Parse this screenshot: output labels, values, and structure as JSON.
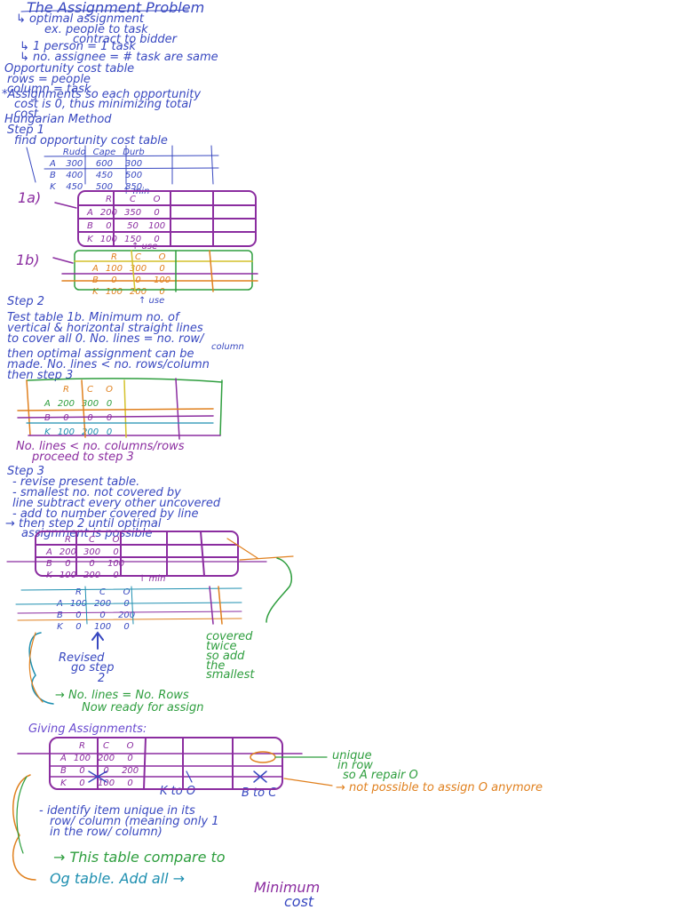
{
  "notes": {
    "title": "The Assignment Problem",
    "optimal_heading": "↳ optimal assignment",
    "optimal_example_1": "ex. people to task",
    "optimal_example_2": "contract to bidder",
    "rule_1": "↳ 1 person = 1 task",
    "rule_2": "↳ no. assignee = # task are same",
    "opp_table_1": "Opportunity cost table",
    "opp_table_2": "rows = people",
    "opp_table_3": "column = task",
    "assignments_1": "*Assignments  so each opportunity",
    "assignments_2": "cost is 0, thus minimizing total",
    "assignments_3": "cost",
    "hungarian": "Hungarian Method",
    "step1": "Step 1",
    "step1_desc": "find opportunity cost table",
    "label_1a": "1a)",
    "label_1b": "1b)",
    "step2": "Step 2",
    "step2_l1": "Test table 1b. Minimum no. of",
    "step2_l2": "vertical & horizontal straight lines",
    "step2_l3": "to cover all 0. No. lines = no. row/",
    "step2_l3b": "column",
    "step2_l4": "then optimal assignment can be",
    "step2_l5": "made. No. lines < no. rows/column",
    "step2_l6": "then   step 3",
    "step2_note1": "No. lines < no. columns/rows",
    "step2_note2": "proceed to step 3",
    "step3": "Step 3",
    "step3_l1": "- revise present table.",
    "step3_l2": "- smallest no. not covered by",
    "step3_l3": "line subtract every other uncovered",
    "step3_l4": "- add to number covered by line",
    "step3_l5": "→ then step 2 until optimal",
    "step3_l6": "assignment is possible",
    "revised_1": "Revised",
    "revised_2": "go step",
    "revised_3": "2",
    "covered_1": "covered",
    "covered_2": "twice",
    "covered_3": "so add",
    "covered_4": "the",
    "covered_5": "smallest",
    "lines_eq_1": "→ No. lines = No. Rows",
    "lines_eq_2": "Now ready for assign",
    "giving": "Giving Assignments:",
    "unique_1": "unique",
    "unique_2": "in row",
    "unique_3": "so A repair O",
    "not_possible": "→ not possible to assign O anymore",
    "assign_k": "K to O",
    "assign_b": "B to C",
    "identify_1": "- identify item unique in its",
    "identify_2": "row/ column (meaning only 1",
    "identify_3": "in the row/ column)",
    "compare_1": "→ This table compare to",
    "compare_2": "Og table. Add all →",
    "compare_3": "Minimum",
    "compare_4": "cost"
  },
  "tables": {
    "original": {
      "headers": [
        "",
        "Rudo",
        "Cape",
        "Durb"
      ],
      "rows": [
        [
          "A",
          "300",
          "600",
          "300"
        ],
        [
          "B",
          "400",
          "450",
          "500"
        ],
        [
          "K",
          "450",
          "500",
          "850"
        ]
      ]
    },
    "t1a": {
      "headers": [
        "",
        "R",
        "C",
        "O"
      ],
      "rows": [
        [
          "A",
          "200",
          "350",
          "0"
        ],
        [
          "B",
          "0",
          "50",
          "100"
        ],
        [
          "K",
          "100",
          "150",
          "0"
        ]
      ]
    },
    "t1b": {
      "headers": [
        "",
        "R",
        "C",
        "O"
      ],
      "rows": [
        [
          "A",
          "100",
          "300",
          "0"
        ],
        [
          "B",
          "0",
          "0",
          "100"
        ],
        [
          "K",
          "100",
          "200",
          "0"
        ]
      ]
    },
    "t_step2": {
      "headers": [
        "",
        "R",
        "C",
        "O"
      ],
      "rows": [
        [
          "A",
          "200",
          "300",
          "0"
        ],
        [
          "B",
          "0",
          "0",
          "0"
        ],
        [
          "K",
          "100",
          "200",
          "0"
        ]
      ]
    },
    "t_step3a": {
      "headers": [
        "",
        "R",
        "C",
        "O"
      ],
      "rows": [
        [
          "A",
          "200",
          "300",
          "0"
        ],
        [
          "B",
          "0",
          "0",
          "100"
        ],
        [
          "K",
          "100",
          "200",
          "0"
        ]
      ]
    },
    "t_step3b": {
      "headers": [
        "",
        "R",
        "C",
        "O"
      ],
      "rows": [
        [
          "A",
          "100",
          "200",
          "0"
        ],
        [
          "B",
          "0",
          "0",
          "200"
        ],
        [
          "K",
          "0",
          "100",
          "0"
        ]
      ]
    },
    "t_final": {
      "headers": [
        "",
        "R",
        "C",
        "O"
      ],
      "rows": [
        [
          "A",
          "100",
          "200",
          "0"
        ],
        [
          "B",
          "0",
          "0",
          "200"
        ],
        [
          "K",
          "0",
          "100",
          "0"
        ]
      ]
    }
  },
  "marks": {
    "min_label": "↑ min",
    "use_label": "↑ use"
  }
}
